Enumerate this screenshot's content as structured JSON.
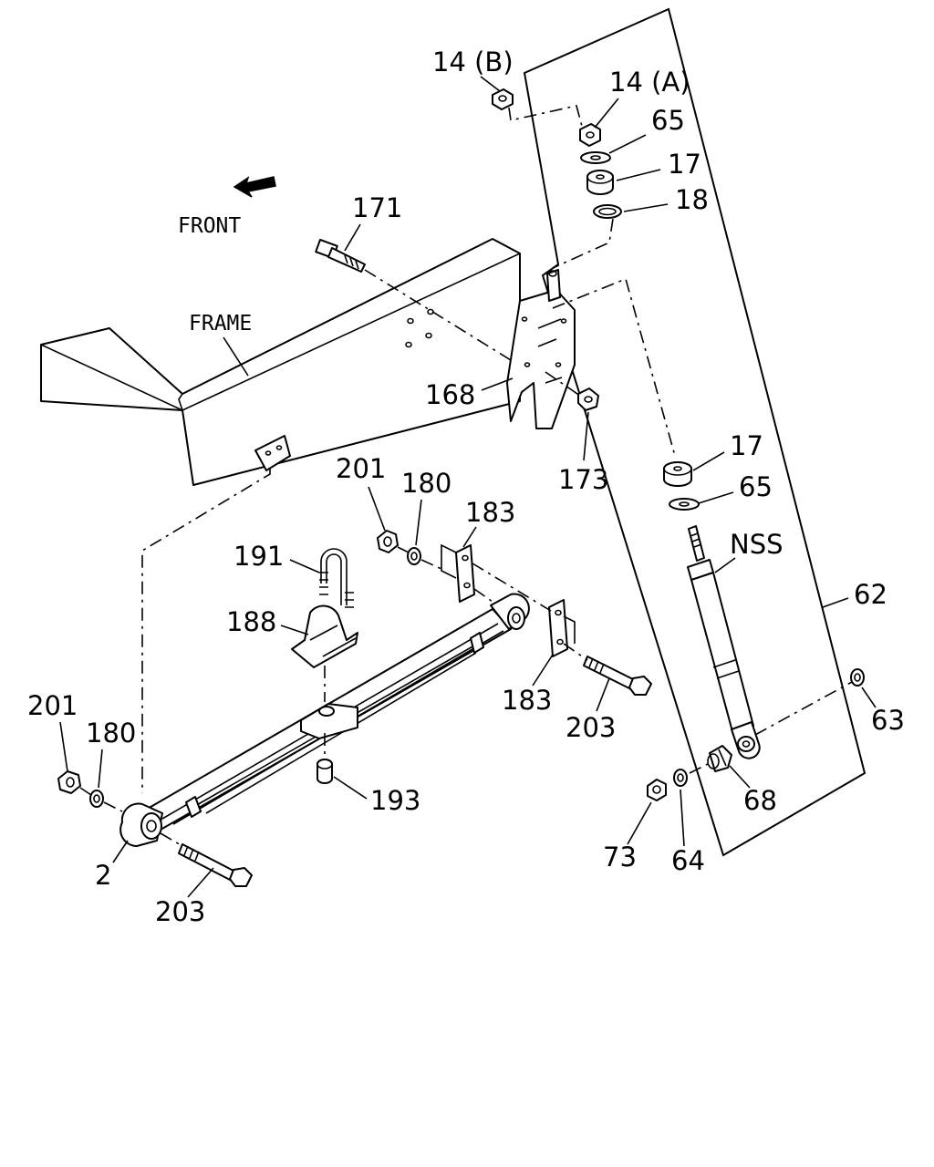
{
  "orientation": {
    "front": "FRONT",
    "frame": "FRAME"
  },
  "callouts": {
    "p14b": "14 (B)",
    "p14a": "14 (A)",
    "p65_top": "65",
    "p17_top": "17",
    "p18": "18",
    "p171": "171",
    "p168": "168",
    "p173": "173",
    "p17_bot": "17",
    "p65_bot": "65",
    "pnss": "NSS",
    "p62": "62",
    "p63": "63",
    "p68": "68",
    "p73": "73",
    "p64": "64",
    "p201_top": "201",
    "p180_top": "180",
    "p183_top": "183",
    "p183_bot": "183",
    "p203_right": "203",
    "p191": "191",
    "p188": "188",
    "p193": "193",
    "p201_left": "201",
    "p180_left": "180",
    "p2": "2",
    "p203_left": "203"
  },
  "icons": {
    "front_arrow": "arrow-left-down-icon"
  },
  "colors": {
    "ink": "#000000",
    "paper": "#ffffff"
  }
}
